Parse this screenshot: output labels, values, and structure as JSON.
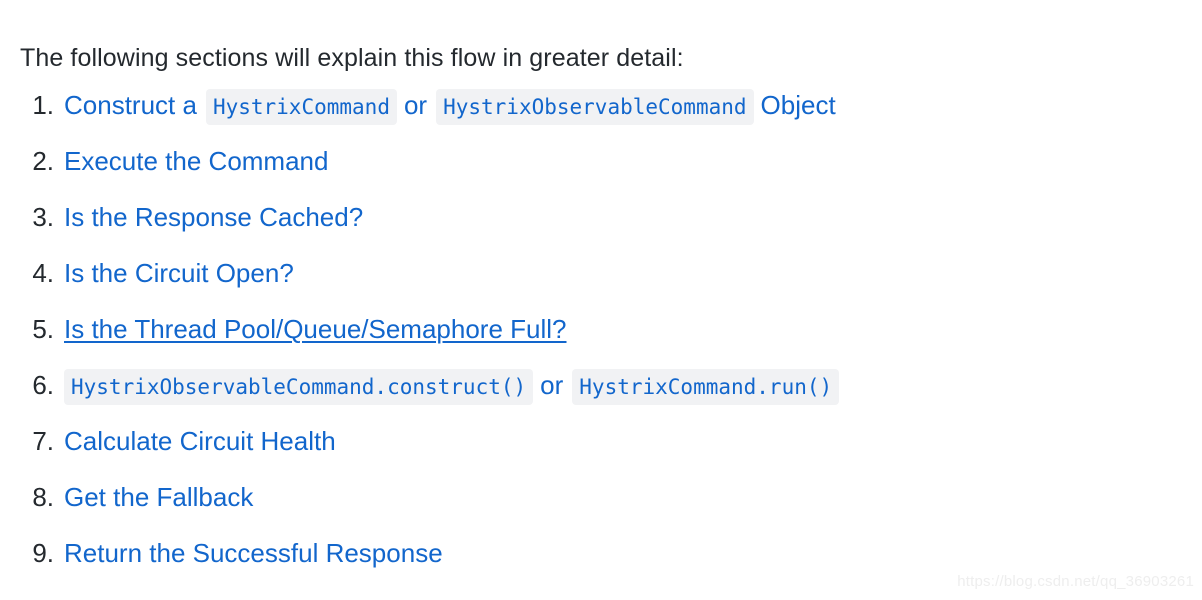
{
  "document": {
    "intro": "The following sections will explain this flow in greater detail:",
    "text_color": "#24292e",
    "link_color": "#1266cc",
    "code_bg": "#f1f2f4",
    "background": "#ffffff"
  },
  "steps": [
    {
      "marker": "1.",
      "hovered": false,
      "parts": [
        {
          "kind": "text",
          "value": "Construct a"
        },
        {
          "kind": "code",
          "value": "HystrixCommand"
        },
        {
          "kind": "text",
          "value": "or"
        },
        {
          "kind": "code",
          "value": "HystrixObservableCommand"
        },
        {
          "kind": "text",
          "value": "Object"
        }
      ]
    },
    {
      "marker": "2.",
      "hovered": false,
      "parts": [
        {
          "kind": "text",
          "value": "Execute the Command"
        }
      ]
    },
    {
      "marker": "3.",
      "hovered": false,
      "parts": [
        {
          "kind": "text",
          "value": "Is the Response Cached?"
        }
      ]
    },
    {
      "marker": "4.",
      "hovered": false,
      "parts": [
        {
          "kind": "text",
          "value": "Is the Circuit Open?"
        }
      ]
    },
    {
      "marker": "5.",
      "hovered": true,
      "parts": [
        {
          "kind": "text",
          "value": "Is the Thread Pool/Queue/Semaphore Full?"
        }
      ]
    },
    {
      "marker": "6.",
      "hovered": false,
      "parts": [
        {
          "kind": "code",
          "value": "HystrixObservableCommand.construct()"
        },
        {
          "kind": "text",
          "value": "or"
        },
        {
          "kind": "code",
          "value": "HystrixCommand.run()"
        }
      ]
    },
    {
      "marker": "7.",
      "hovered": false,
      "parts": [
        {
          "kind": "text",
          "value": "Calculate Circuit Health"
        }
      ]
    },
    {
      "marker": "8.",
      "hovered": false,
      "parts": [
        {
          "kind": "text",
          "value": "Get the Fallback"
        }
      ]
    },
    {
      "marker": "9.",
      "hovered": false,
      "parts": [
        {
          "kind": "text",
          "value": "Return the Successful Response"
        }
      ]
    }
  ],
  "watermark": {
    "text": "https://blog.csdn.net/qq_36903261"
  }
}
